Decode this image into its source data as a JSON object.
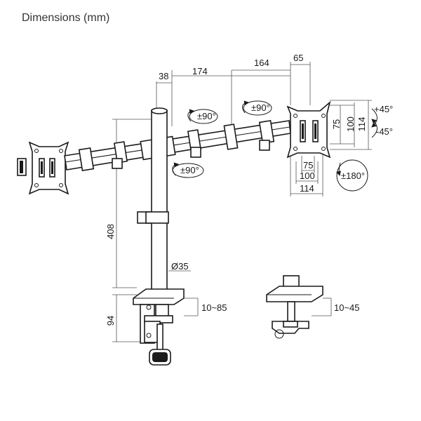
{
  "title": "Dimensions (mm)",
  "dimensions": {
    "top_38": "38",
    "top_174": "174",
    "top_164": "164",
    "top_65": "65",
    "right_75": "75",
    "right_100": "100",
    "right_114": "114",
    "bottom_75": "75",
    "bottom_100": "100",
    "bottom_114": "114",
    "pole_height": "408",
    "pole_diameter": "Ø35",
    "clamp_height": "94",
    "clamp_range": "10~85",
    "grommet_range": "10~45"
  },
  "rotations": {
    "swivel_1": "±90°",
    "swivel_2": "±90°",
    "swivel_3": "±90°",
    "tilt_up": "+45°",
    "tilt_down": "-45°",
    "rotate": "±180°"
  }
}
